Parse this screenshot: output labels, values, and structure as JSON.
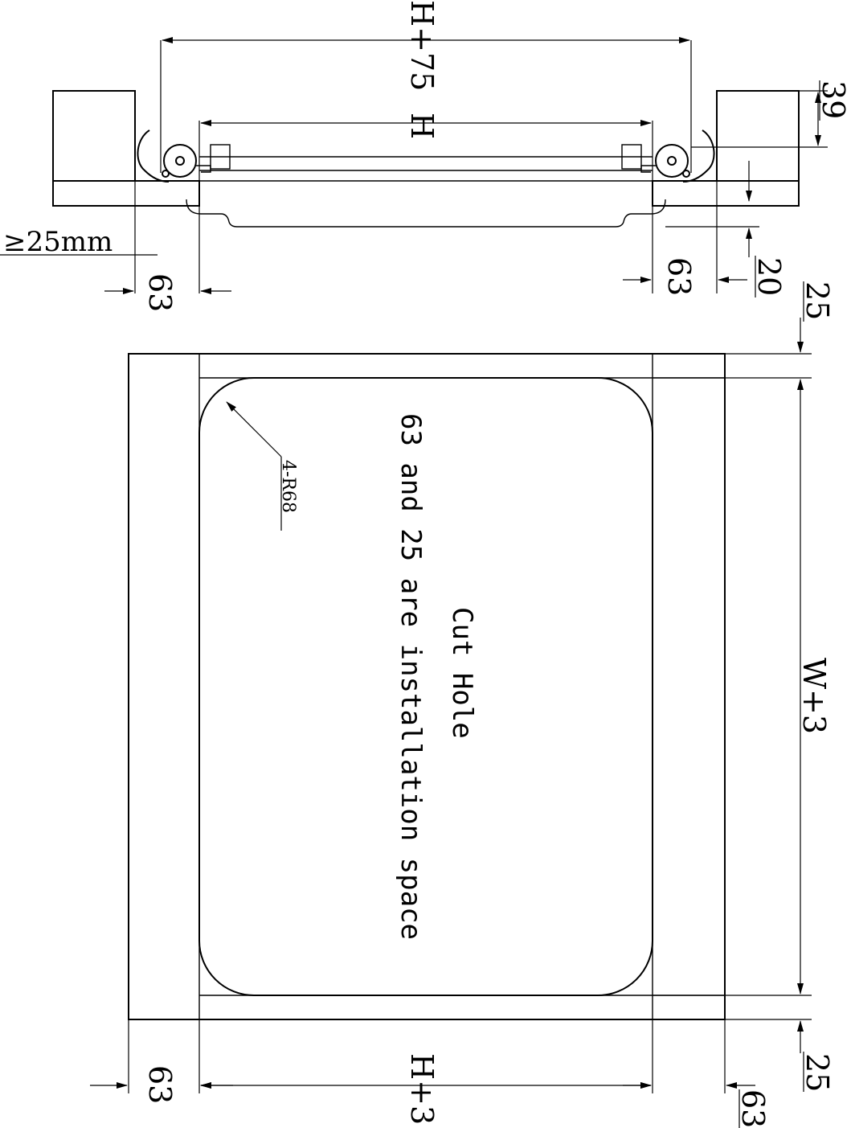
{
  "top_view": {
    "dim_overall": "H+75",
    "dim_inner": "H",
    "dim_left_63": "63",
    "dim_right_63": "63",
    "dim_39": "39",
    "dim_20": "20",
    "dim_min_gap": "≥25mm"
  },
  "front_view": {
    "radius_label": "4-R68",
    "cut_title": "Cut Hole",
    "cut_note": "63 and 25 are installation space",
    "dim_width": "W+3",
    "dim_height": "H+3",
    "dim_25_top": "25",
    "dim_25_bottom": "25",
    "dim_63_left": "63",
    "dim_63_right": "63"
  }
}
